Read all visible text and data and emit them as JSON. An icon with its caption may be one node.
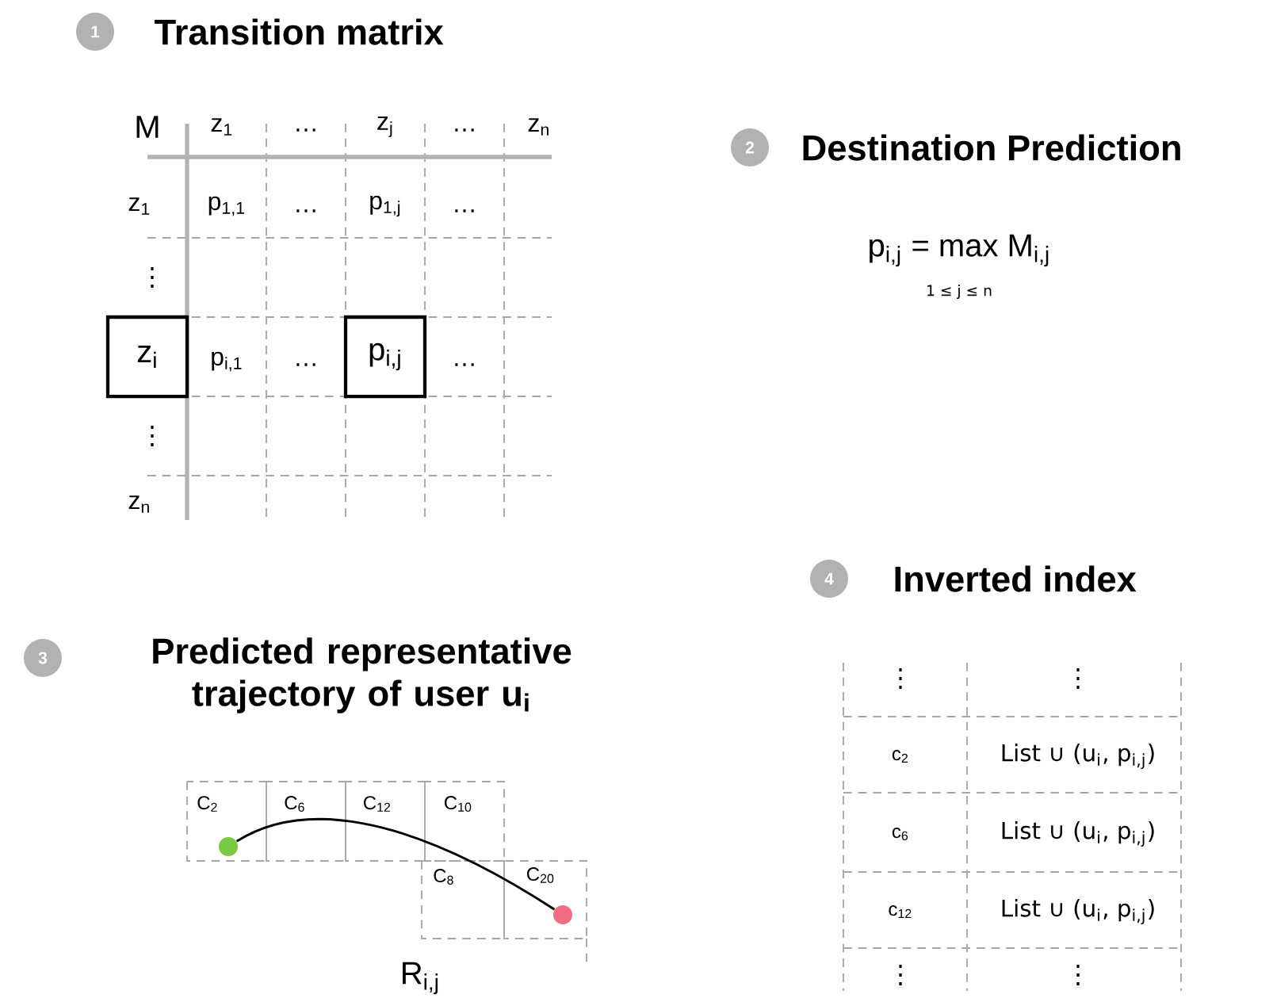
{
  "diagram": {
    "nodes": [
      {
        "text": [
          "1",
          "Transition matrix"
        ]
      },
      {
        "text": [
          "z$_{i}$"
        ]
      },
      {
        "text": [
          "p$_{i,j}$"
        ]
      },
      {
        "text": [
          "2",
          "Destination Prediction"
        ]
      },
      {
        "text": [
          "3",
          "Predicted representative trajectory of user u$_{i}$"
        ]
      },
      {
        "text": [],
        "shape": "circle"
      },
      {
        "text": [],
        "shape": "circle"
      },
      {
        "text": [
          "4",
          "Inverted index"
        ]
      }
    ],
    "edges": [
      {
        "from": 5,
        "to": 6,
        "arrow": "none"
      }
    ],
    "labels": [
      "M",
      "z$_{1}$",
      "…",
      "z$_{j}$",
      "…",
      "z$_{n}$",
      "z$_{1}$",
      "p$_{1,1}$",
      "…",
      "p$_{1,j}$",
      "…",
      "⋮",
      "p$_{i,1}$",
      "…",
      "…",
      "⋮",
      "z$_{n}$",
      "p$_{i,j}$ = max M$_{i,j}$",
      "1 ≤ j ≤ n",
      "C$_{2}$",
      "C$_{6}$",
      "C$_{12}$",
      "C$_{10}$",
      "C$_{8}$",
      "C$_{20}$",
      "R$_{i,j}$",
      "⋮",
      "⋮",
      "c$_{2}$",
      "List ∪ (u$_{i}$, p$_{i,j}$)",
      "c$_{6}$",
      "List ∪ (u$_{i}$, p$_{i,j}$)",
      "c$_{12}$",
      "List ∪ (u$_{i}$, p$_{i,j}$)",
      "⋮",
      "⋮"
    ]
  }
}
